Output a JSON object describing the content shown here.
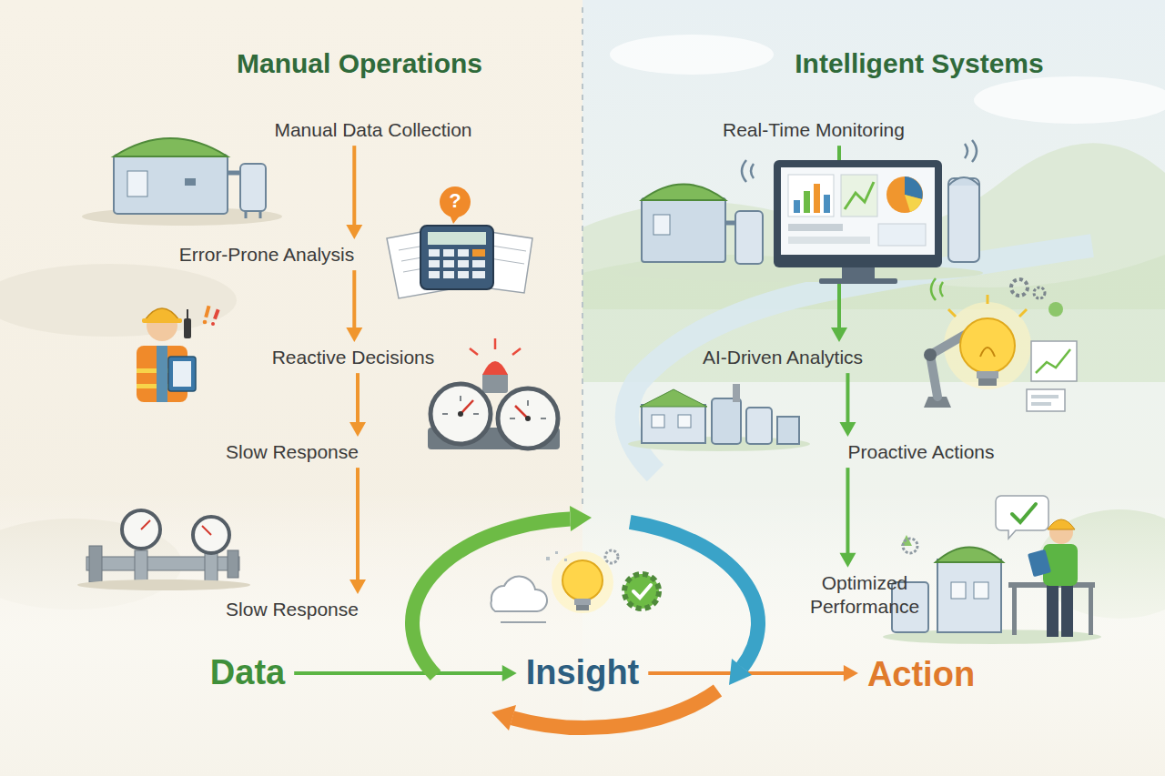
{
  "diagram": {
    "nodes": [
      {
        "text": [
          "Manual Operations"
        ]
      },
      {
        "text": [
          "Manual Data Collection"
        ],
        "in": 0
      },
      {
        "text": [
          "Error-Prone Analysis"
        ],
        "in": 0
      },
      {
        "text": [
          "Reactive Decisions"
        ],
        "in": 0
      },
      {
        "text": [
          "Slow Response"
        ],
        "in": 0
      },
      {
        "text": [
          "Slow Response"
        ],
        "in": 0
      },
      {
        "text": [
          "Intelligent Systems"
        ]
      },
      {
        "text": [
          "Real-Time Monitoring"
        ],
        "in": 6
      },
      {
        "text": [
          "AI-Driven Analytics"
        ],
        "in": 6
      },
      {
        "text": [
          "Proactive Actions"
        ],
        "in": 6
      },
      {
        "text": [
          "Optimized Performance"
        ],
        "in": 6
      },
      {
        "text": [
          "Data"
        ]
      },
      {
        "text": [
          "Insight"
        ]
      },
      {
        "text": [
          "Action"
        ]
      }
    ],
    "edges": [
      {
        "from": 1,
        "to": 2,
        "arrow": "to"
      },
      {
        "from": 2,
        "to": 3,
        "arrow": "to"
      },
      {
        "from": 3,
        "to": 4,
        "arrow": "to"
      },
      {
        "from": 4,
        "to": 5,
        "arrow": "to"
      },
      {
        "from": 7,
        "to": 8,
        "arrow": "to"
      },
      {
        "from": 8,
        "to": 9,
        "arrow": "to"
      },
      {
        "from": 9,
        "to": 10,
        "arrow": "to"
      },
      {
        "from": 11,
        "to": 12,
        "arrow": "to"
      },
      {
        "from": 12,
        "to": 13,
        "arrow": "to"
      }
    ],
    "labels": [
      "?"
    ]
  }
}
